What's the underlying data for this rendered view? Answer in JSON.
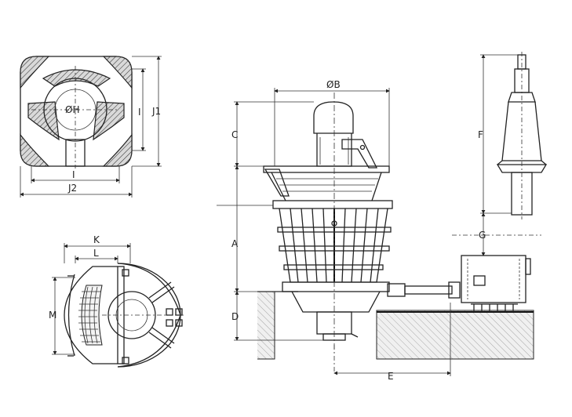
{
  "labels": {
    "top_left": {
      "diameter_h": "ØH",
      "i_vertical": "I",
      "i_horizontal": "I",
      "j1": "J1",
      "j2": "J2"
    },
    "bottom_left": {
      "k": "K",
      "l": "L",
      "m": "M"
    },
    "main": {
      "diameter_b": "ØB",
      "c": "C",
      "a": "A",
      "d": "D",
      "e": "E"
    },
    "shaft": {
      "f": "F",
      "g": "G"
    }
  }
}
